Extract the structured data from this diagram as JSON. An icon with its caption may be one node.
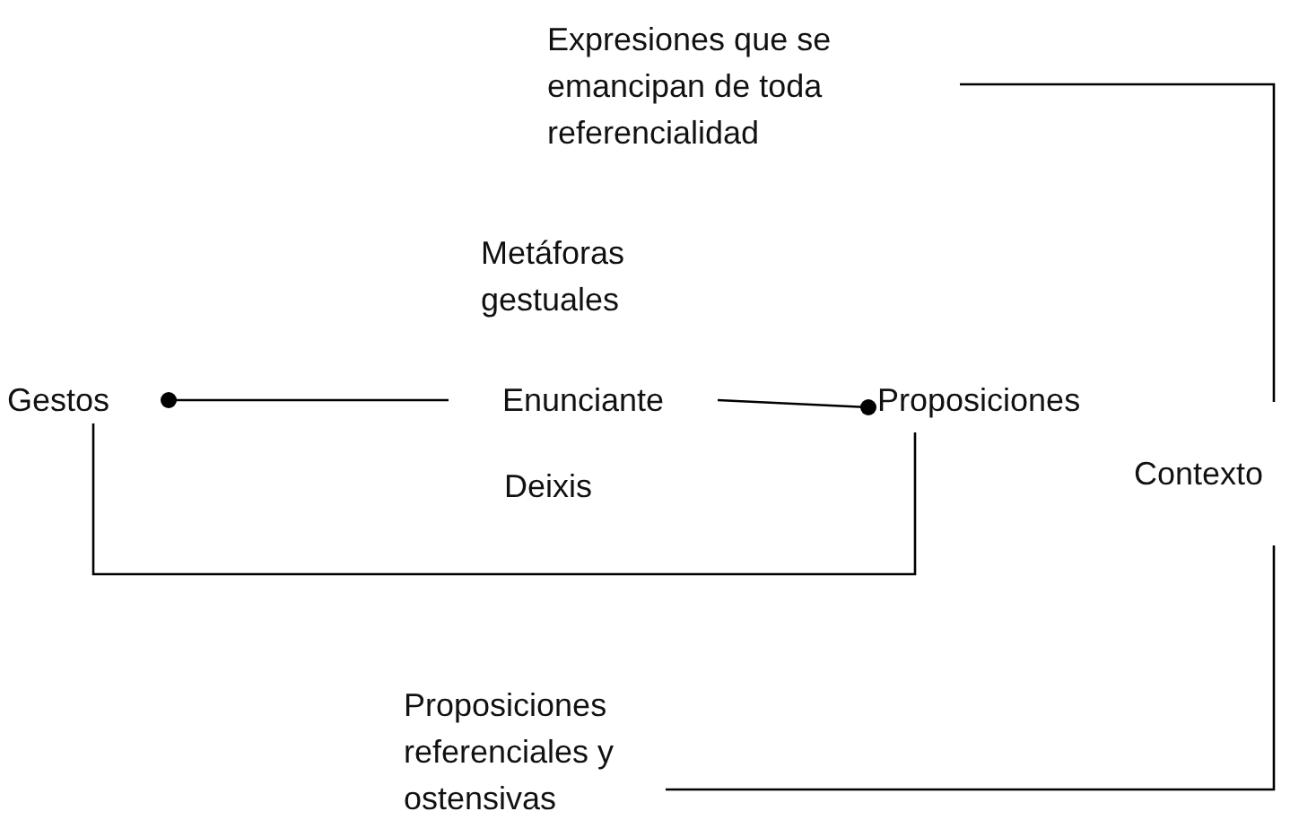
{
  "diagram": {
    "nodes": [
      {
        "text": [
          "Expresiones que se emancipan de toda referencialidad"
        ]
      },
      {
        "text": [
          "Gestos"
        ]
      },
      {
        "text": [
          "Enunciante"
        ]
      },
      {
        "text": [
          "Proposiciones"
        ]
      },
      {
        "text": [
          "Contexto"
        ]
      },
      {
        "text": [
          "Proposiciones referenciales y ostensivas"
        ]
      }
    ],
    "edges": [
      {
        "from": 2,
        "to": 1,
        "arrow": "other"
      },
      {
        "from": 2,
        "to": 3,
        "arrow": "other"
      },
      {
        "from": 1,
        "to": 3,
        "arrow": "none"
      },
      {
        "from": 0,
        "to": 4,
        "arrow": "none"
      },
      {
        "from": 4,
        "to": 5,
        "arrow": "none"
      }
    ],
    "labels": [
      "Metáforas gestuales",
      "Deixis"
    ]
  }
}
